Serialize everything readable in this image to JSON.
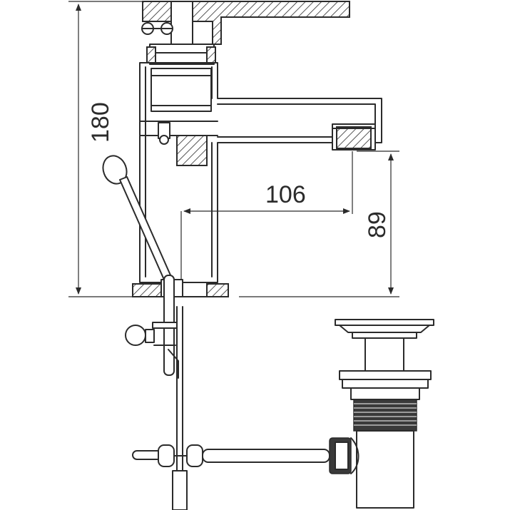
{
  "dimensions": {
    "height_total": "180",
    "spout_reach": "106",
    "spout_height": "89"
  },
  "colors": {
    "line": "#2b2b2b",
    "background": "#ffffff"
  }
}
